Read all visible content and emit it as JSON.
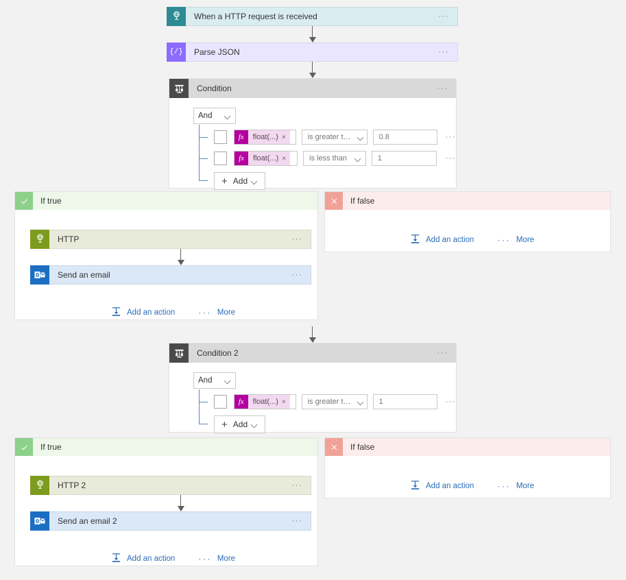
{
  "flow": {
    "trigger": {
      "title": "When a HTTP request is received",
      "icon": "http-request-icon",
      "menu": "···"
    },
    "parse_json": {
      "title": "Parse JSON",
      "icon": "json-braces-icon",
      "menu": "···"
    },
    "condition1": {
      "title": "Condition",
      "icon": "condition-scale-icon",
      "menu": "···",
      "logic_operator": "And",
      "add_label": "Add",
      "add_plus": "+",
      "rows": [
        {
          "token_fx": "fx",
          "token_label": "float(...)",
          "token_close": "×",
          "operator": "is greater than o...",
          "value": "0.8",
          "menu": "···"
        },
        {
          "token_fx": "fx",
          "token_label": "float(...)",
          "token_close": "×",
          "operator": "is less than",
          "value": "1",
          "menu": "···"
        }
      ]
    },
    "condition1_true": {
      "title": "If true",
      "icon": "checkmark-icon",
      "actions": [
        {
          "title": "HTTP",
          "icon": "http-globe-icon",
          "menu": "···",
          "kind": "http"
        },
        {
          "title": "Send an email",
          "icon": "outlook-icon",
          "menu": "···",
          "kind": "email"
        }
      ],
      "footer": {
        "add_action": "Add an action",
        "more": "More",
        "more_dots": "···"
      }
    },
    "condition1_false": {
      "title": "If false",
      "icon": "cross-icon",
      "footer": {
        "add_action": "Add an action",
        "more": "More",
        "more_dots": "···"
      }
    },
    "condition2": {
      "title": "Condition 2",
      "icon": "condition-scale-icon",
      "menu": "···",
      "logic_operator": "And",
      "add_label": "Add",
      "add_plus": "+",
      "rows": [
        {
          "token_fx": "fx",
          "token_label": "float(...)",
          "token_close": "×",
          "operator": "is greater than o...",
          "value": "1",
          "menu": "···"
        }
      ]
    },
    "condition2_true": {
      "title": "If true",
      "icon": "checkmark-icon",
      "actions": [
        {
          "title": "HTTP 2",
          "icon": "http-globe-icon",
          "menu": "···",
          "kind": "http"
        },
        {
          "title": "Send an email 2",
          "icon": "outlook-icon",
          "menu": "···",
          "kind": "email"
        }
      ],
      "footer": {
        "add_action": "Add an action",
        "more": "More",
        "more_dots": "···"
      }
    },
    "condition2_false": {
      "title": "If false",
      "icon": "cross-icon",
      "footer": {
        "add_action": "Add an action",
        "more": "More",
        "more_dots": "···"
      }
    }
  },
  "colors": {
    "canvas_bg": "#f2f2f2",
    "trigger_accent": "#2e8b93",
    "parsejson_accent": "#8c6cff",
    "condition_accent": "#4a4a4a",
    "http_accent": "#7d9b1e",
    "email_accent": "#1b6ec2",
    "true_accent": "#8dd08a",
    "false_accent": "#f1a296",
    "token_accent": "#b4009e",
    "link_blue": "#2b6cb8"
  }
}
